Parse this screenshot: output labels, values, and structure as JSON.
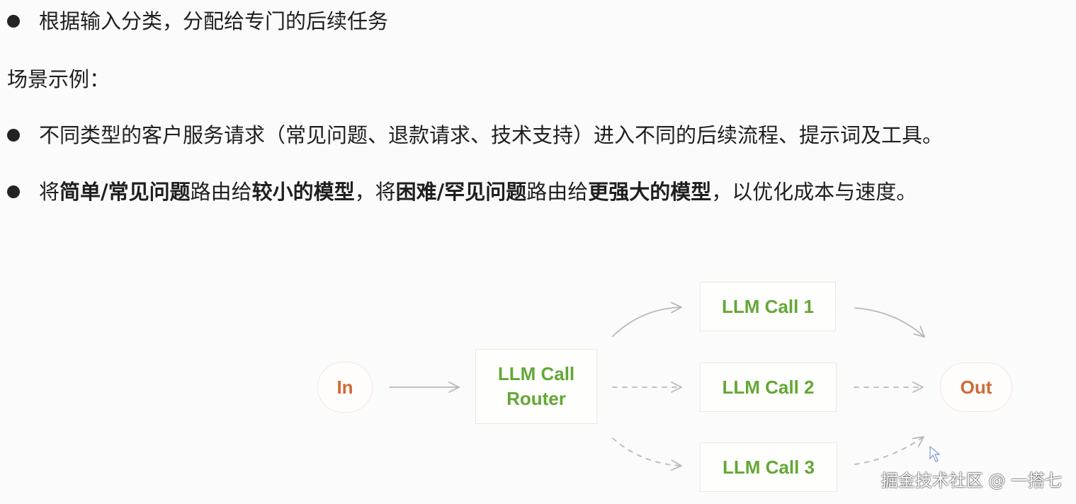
{
  "bullets": {
    "line1": "根据输入分类，分配给专门的后续任务",
    "line2": "场景示例：",
    "line3": "不同类型的客户服务请求（常见问题、退款请求、技术支持）进入不同的后续流程、提示词及工具。",
    "line4_parts": [
      {
        "text": "将",
        "bold": false
      },
      {
        "text": "简单/常见问题",
        "bold": true
      },
      {
        "text": "路由给",
        "bold": false
      },
      {
        "text": "较小的模型",
        "bold": true
      },
      {
        "text": "，将",
        "bold": false
      },
      {
        "text": "困难/罕见问题",
        "bold": true
      },
      {
        "text": "路由给",
        "bold": false
      },
      {
        "text": "更强大的模型",
        "bold": true
      },
      {
        "text": "，以优化成本与速度。",
        "bold": false
      }
    ]
  },
  "diagram": {
    "in_label": "In",
    "router_line1": "LLM Call",
    "router_line2": "Router",
    "call1_label": "LLM Call 1",
    "call2_label": "LLM Call 2",
    "call3_label": "LLM Call 3",
    "out_label": "Out",
    "colors": {
      "io_text": "#cf6a35",
      "llm_text": "#64a735",
      "arrow": "#b8b8b8"
    }
  },
  "watermark": "掘金技术社区 @ 一搭七"
}
